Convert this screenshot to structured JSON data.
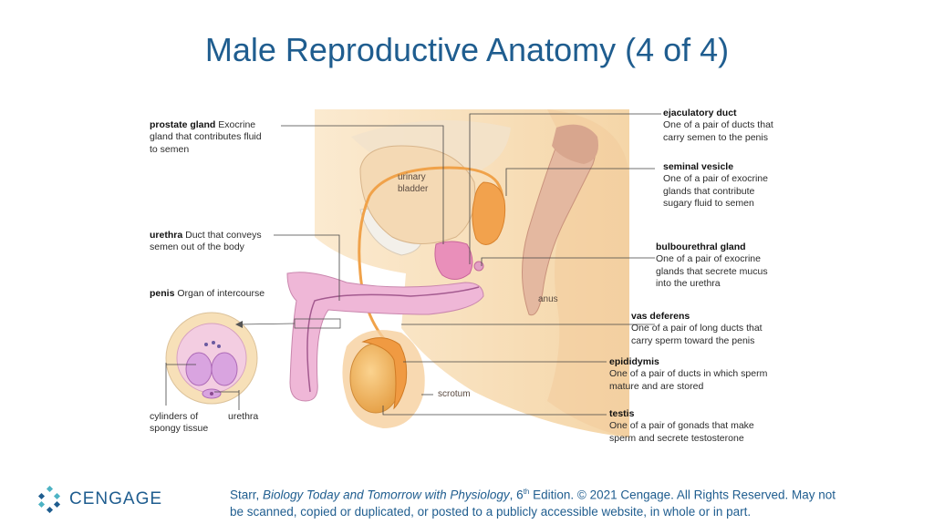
{
  "title": "Male Reproductive Anatomy (4 of 4)",
  "labels": {
    "prostate": {
      "term": "prostate gland",
      "line1": "Exocrine",
      "line2": "gland that contributes fluid",
      "line3": "to semen"
    },
    "urethra": {
      "term": "urethra",
      "line1": "Duct that conveys",
      "line2": "semen out of the body"
    },
    "penis": {
      "term": "penis",
      "line1": "Organ of intercourse"
    },
    "cylinders": {
      "line1": "cylinders of",
      "line2": "spongy tissue"
    },
    "urethra_cs": "urethra",
    "ejaculatory": {
      "term": "ejaculatory duct",
      "line1": "One of a pair of ducts that",
      "line2": "carry semen to the penis"
    },
    "seminal": {
      "term": "seminal vesicle",
      "line1": "One of a pair of exocrine",
      "line2": "glands that contribute",
      "line3": "sugary fluid to semen"
    },
    "bulbourethral": {
      "term": "bulbourethral gland",
      "line1": "One of a pair of exocrine",
      "line2": "glands that secrete mucus",
      "line3": "into the urethra"
    },
    "vas": {
      "term": "vas deferens",
      "line1": "One of a pair of long ducts that",
      "line2": "carry sperm toward the penis"
    },
    "epididymis": {
      "term": "epididymis",
      "line1": "One of a pair of ducts in which sperm",
      "line2": "mature and are stored"
    },
    "testis": {
      "term": "testis",
      "line1": "One of a pair of gonads that make",
      "line2": "sperm and secrete testosterone"
    }
  },
  "inline_labels": {
    "bladder1": "urinary",
    "bladder2": "bladder",
    "anus": "anus",
    "scrotum": "scrotum"
  },
  "footer": {
    "prefix": "Starr, ",
    "book": "Biology Today and Tomorrow with Physiology",
    "edition_num": ", 6",
    "edition_sup": "th",
    "rest1": " Edition. © 2021 Cengage. All Rights Reserved. May not",
    "line2": "be scanned, copied or duplicated, or posted to a publicly accessible website, in whole or in part."
  },
  "logo": {
    "text": "CENGAGE"
  },
  "colors": {
    "title": "#1f5d8f",
    "skin": "#f7dfb6",
    "pink": "#e7a0c6",
    "orange": "#f0a24a",
    "purple": "#c38ac9"
  }
}
